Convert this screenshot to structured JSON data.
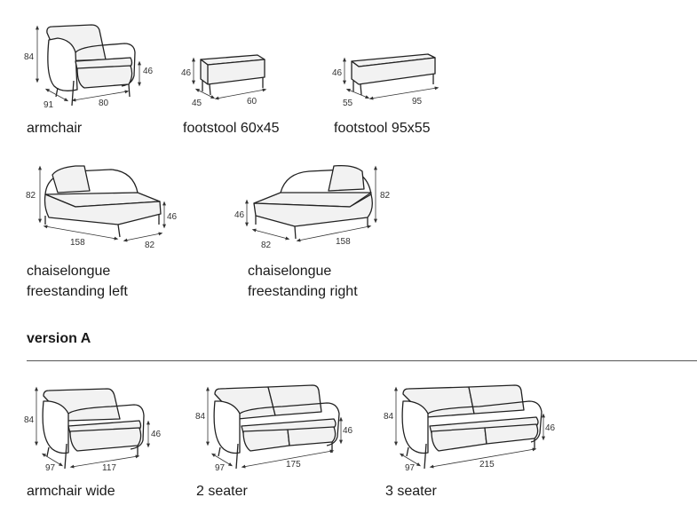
{
  "products": {
    "armchair": {
      "label": "armchair",
      "height": "84",
      "seat": "46",
      "depth": "91",
      "width": "80"
    },
    "footstool_60": {
      "label": "footstool 60x45",
      "height": "46",
      "depth": "45",
      "width": "60"
    },
    "footstool_95": {
      "label": "footstool 95x55",
      "height": "46",
      "depth": "55",
      "width": "95"
    },
    "chaise_left": {
      "label_line1": "chaiselongue",
      "label_line2": "freestanding left",
      "height": "82",
      "seat": "46",
      "length": "158",
      "depth": "82"
    },
    "chaise_right": {
      "label_line1": "chaiselongue",
      "label_line2": "freestanding right",
      "height": "82",
      "seat": "46",
      "length": "158",
      "depth": "82"
    }
  },
  "version_a": {
    "heading": "version A",
    "armchair_wide": {
      "label": "armchair wide",
      "height": "84",
      "seat": "46",
      "depth": "97",
      "width": "117"
    },
    "two_seater": {
      "label": "2 seater",
      "height": "84",
      "seat": "46",
      "depth": "97",
      "width": "175"
    },
    "three_seater": {
      "label": "3 seater",
      "height": "84",
      "seat": "46",
      "depth": "97",
      "width": "215"
    }
  }
}
